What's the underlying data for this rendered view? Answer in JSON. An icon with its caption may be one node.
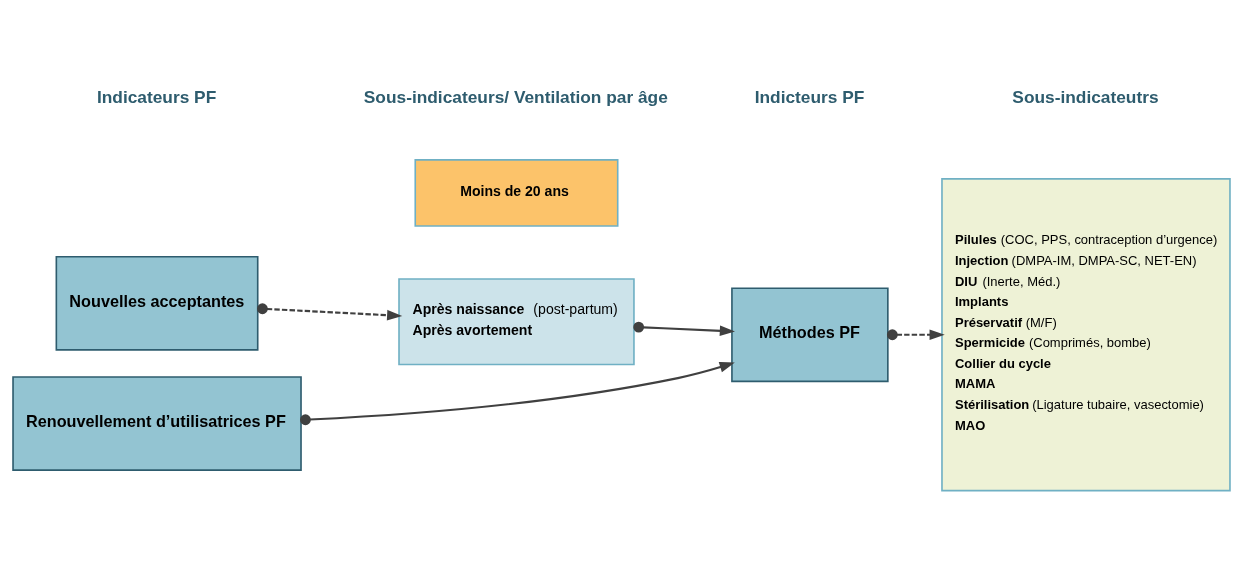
{
  "diagram": {
    "nodes": [
      {
        "text": [
          "Nouvelles acceptantes"
        ]
      },
      {
        "text": [
          "Renouvellement d’utilisatrices PF"
        ]
      },
      {
        "text": [
          "**Moins de 20 ans**"
        ]
      },
      {
        "text": [
          "**Après naissance** (post-partum)",
          "**Après avortement**"
        ]
      },
      {
        "text": [
          "Méthodes PF"
        ]
      },
      {
        "text": [
          "**Pilules** (COC, PPS, contraception d’urgence)",
          "**Injection** (DMPA-IM, DMPA-SC, NET-EN)",
          "**DIU** (Inerte, Méd.)",
          "**Implants**",
          "**Préservatif** (M/F)",
          "**Spermicide** (Comprimés, bombe)",
          "**Collier du cycle**",
          "**MAMA**",
          "**Stérilisation** (Ligature tubaire, vasectomie)",
          "**MAO**"
        ]
      }
    ],
    "edges": [
      {
        "from": 0,
        "to": 3,
        "arrow": "to",
        "style": "dashed"
      },
      {
        "from": 3,
        "to": 4,
        "arrow": "to"
      },
      {
        "from": 1,
        "to": 4,
        "arrow": "to"
      },
      {
        "from": 4,
        "to": 5,
        "arrow": "to",
        "style": "dashed"
      }
    ],
    "labels": [
      "Indicateurs PF",
      "Sous-indicateurs/ Ventilation par âge",
      "Indicteurs PF",
      "Sous-indicateutrs"
    ]
  }
}
